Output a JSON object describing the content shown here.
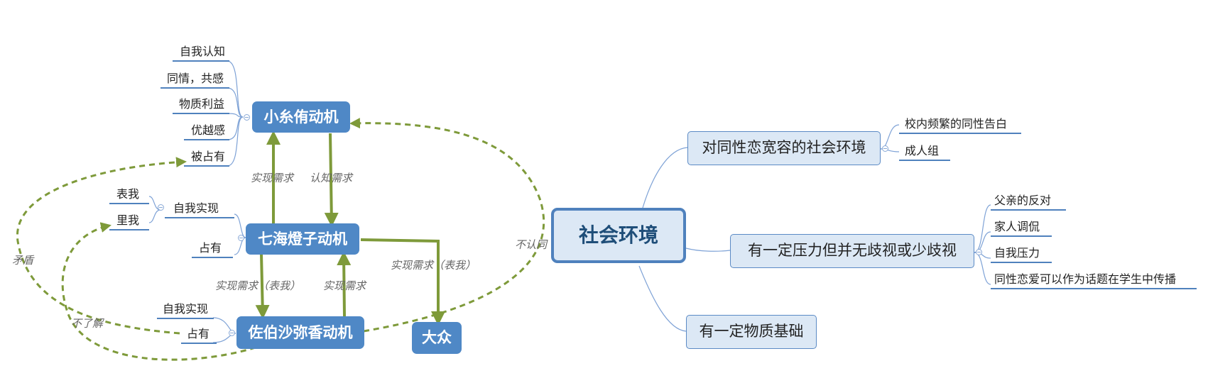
{
  "central": {
    "label": "社会环境"
  },
  "right_branches": [
    {
      "label": "对同性恋宽容的社会环境",
      "children": [
        "校内频繁的同性告白",
        "成人组"
      ]
    },
    {
      "label": "有一定压力但并无歧视或少歧视",
      "children": [
        "父亲的反对",
        "家人调侃",
        "自我压力",
        "同性恋爱可以作为话题在学生中传播"
      ]
    },
    {
      "label": "有一定物质基础",
      "children": []
    }
  ],
  "left": {
    "xiao": {
      "label": "小糸侑动机",
      "children": [
        "自我认知",
        "同情，共感",
        "物质利益",
        "优越感",
        "被占有"
      ]
    },
    "nanami": {
      "label": "七海燈子动机",
      "children": [
        "自我实现",
        "占有"
      ],
      "sub": [
        "表我",
        "里我"
      ]
    },
    "saeki": {
      "label": "佐伯沙弥香动机",
      "children": [
        "自我实现",
        "占有"
      ]
    },
    "public": {
      "label": "大众"
    }
  },
  "edge_labels": {
    "realize_need": "实现需求",
    "cognitive_need": "认知需求",
    "realize_need_surface_a": "实现需求（表我）",
    "realize_need_b": "实现需求",
    "realize_need_surface_b": "实现需求（表我）",
    "disapprove": "不认同",
    "contradiction": "矛盾",
    "not_understand": "不了解"
  },
  "colors": {
    "node_blue": "#4f88c6",
    "node_light": "#dce8f5",
    "node_border": "#4f81bd",
    "connector": "#7e9a3a",
    "dashed": "#7e9a3a"
  }
}
